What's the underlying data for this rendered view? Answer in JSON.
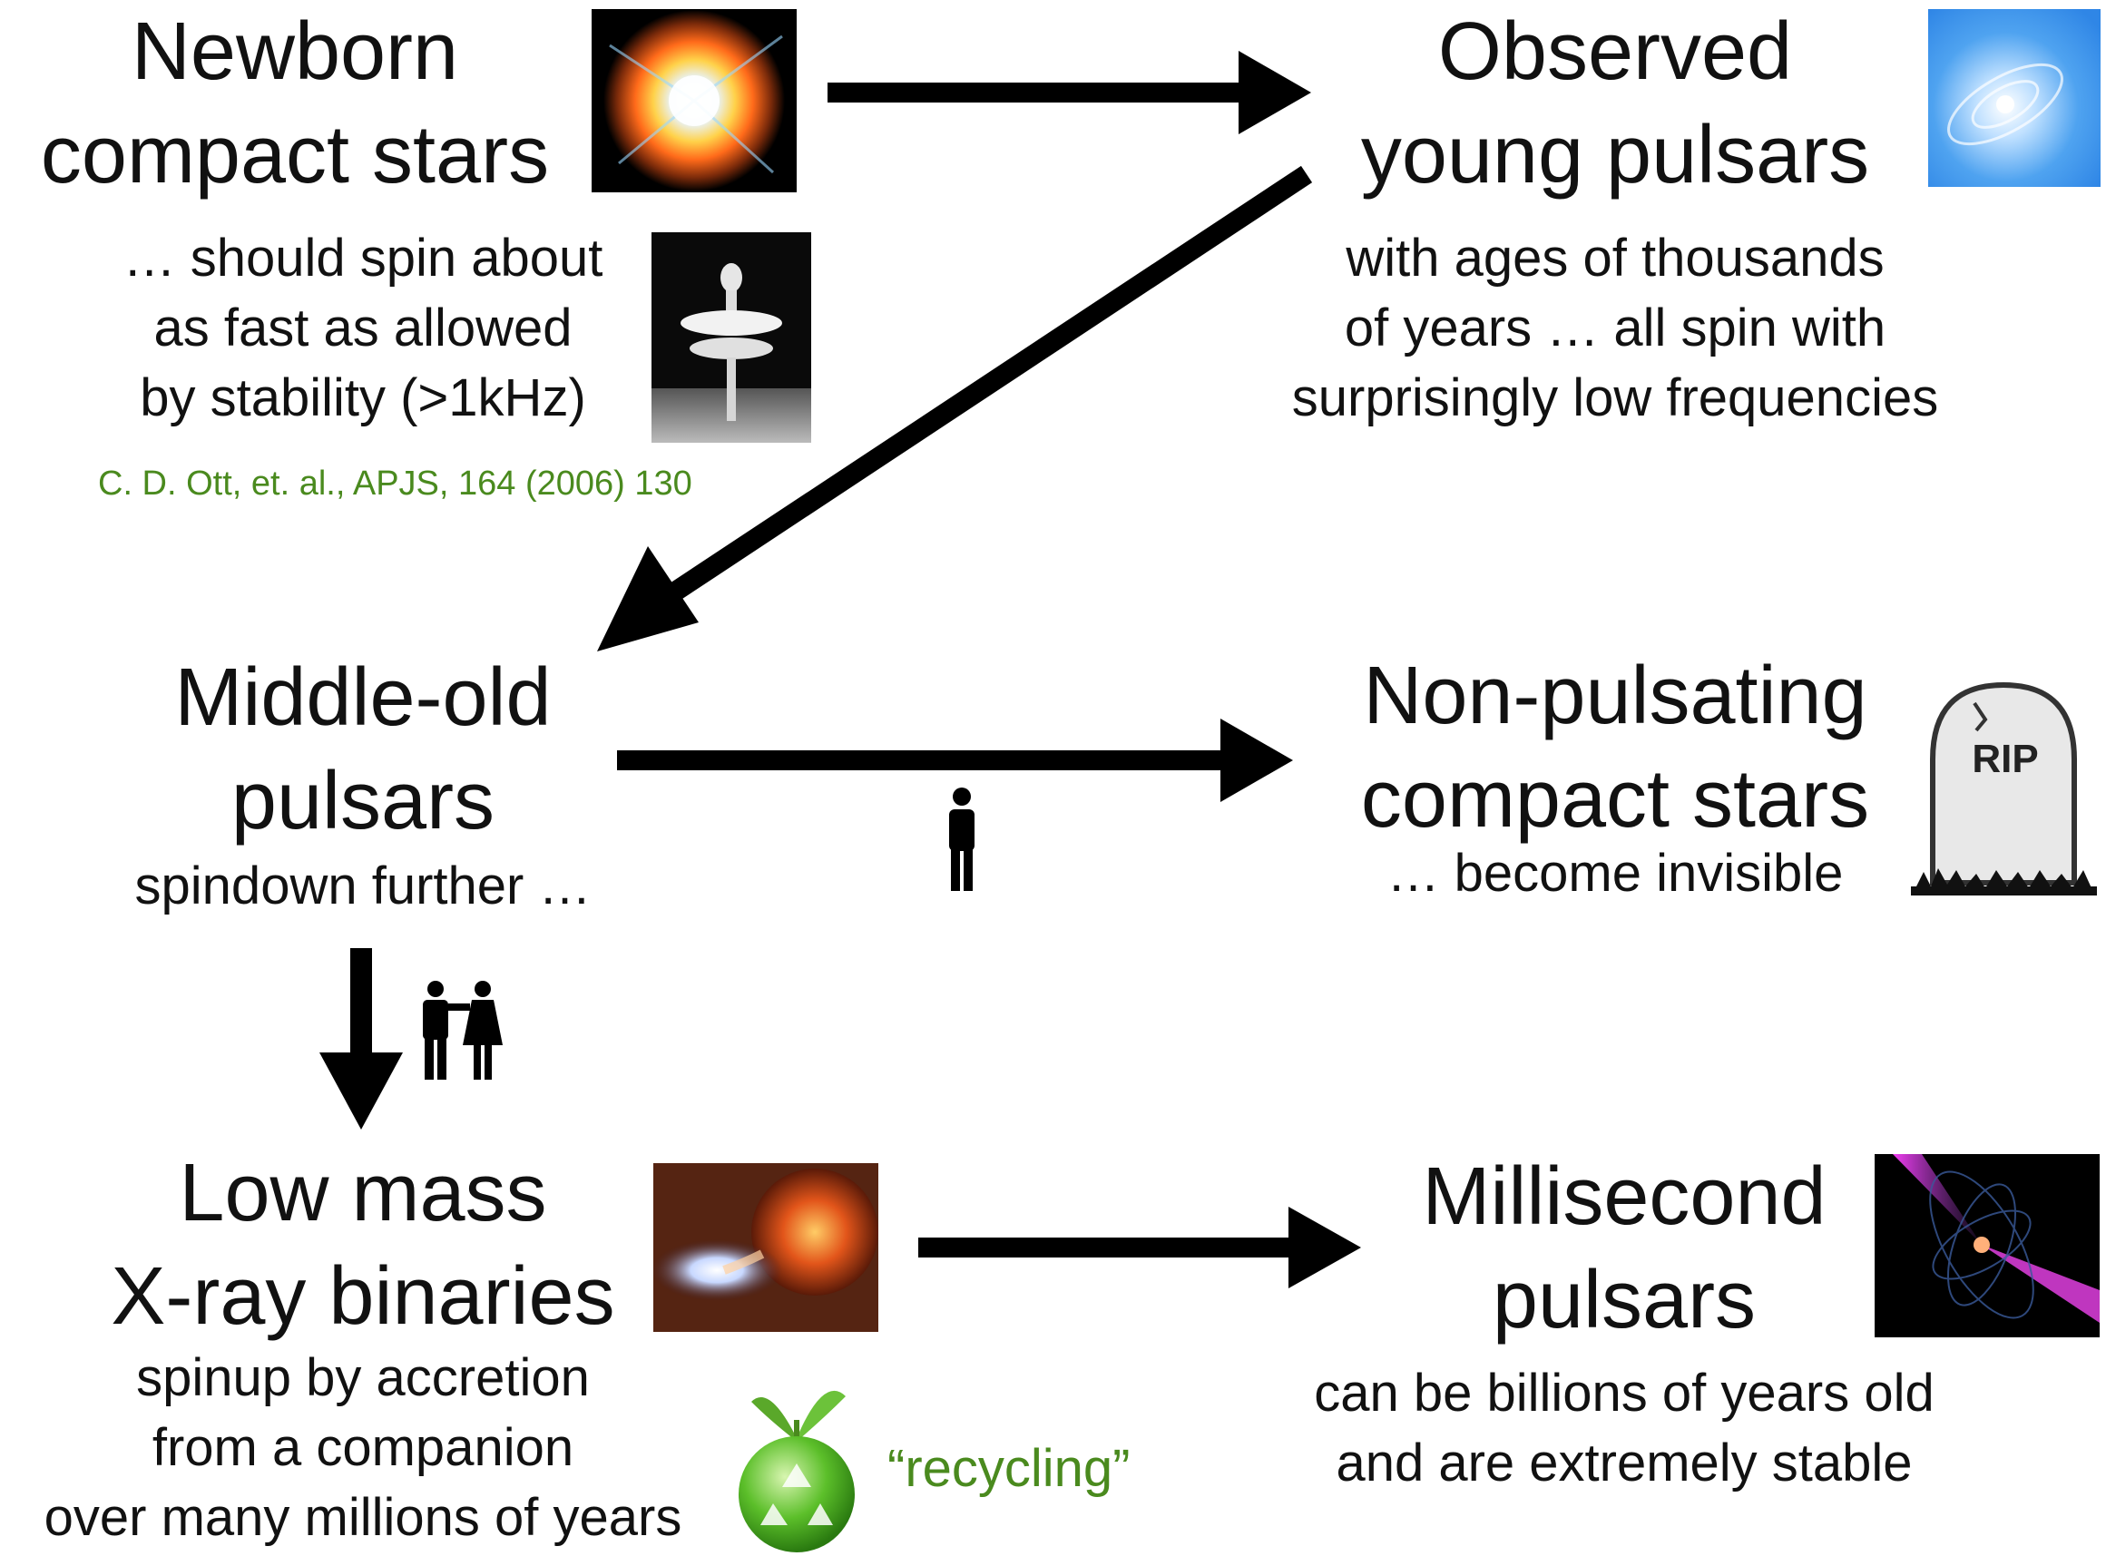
{
  "nodes": {
    "newborn": {
      "title_line1": "Newborn",
      "title_line2": "compact stars",
      "desc_line1": "… should spin about",
      "desc_line2": "as fast as allowed",
      "desc_line3": "by stability (>1kHz)",
      "citation": "C. D. Ott, et. al., APJS, 164 (2006) 130"
    },
    "observed": {
      "title_line1": "Observed",
      "title_line2": "young pulsars",
      "desc_line1": "with ages of thousands",
      "desc_line2": "of years … all spin with",
      "desc_line3": "surprisingly low frequencies"
    },
    "middle": {
      "title_line1": "Middle-old",
      "title_line2": "pulsars",
      "desc_line1": "spindown further …"
    },
    "nonpulsating": {
      "title_line1": "Non-pulsating",
      "title_line2": "compact stars",
      "desc_line1": "… become invisible",
      "tombstone_text": "RIP"
    },
    "lmxb": {
      "title_line1": "Low mass",
      "title_line2": "X-ray binaries",
      "desc_line1": "spinup by accretion",
      "desc_line2": "from a companion",
      "desc_line3": "over many millions of years",
      "recycling": "“recycling”"
    },
    "msp": {
      "title_line1": "Millisecond",
      "title_line2": "pulsars",
      "desc_line1": "can be billions of years old",
      "desc_line2": "and are extremely stable"
    }
  },
  "colors": {
    "text": "#111111",
    "arrow": "#000000",
    "accent_green": "#4a8a1e"
  },
  "icons": {
    "supernova": "supernova-image",
    "pulsar": "pulsar-image",
    "ballerina": "ballerina-image",
    "tombstone": "tombstone-icon",
    "single_person": "person-icon",
    "couple": "couple-icon",
    "binary": "binary-star-image",
    "recycle": "recycle-globe-icon",
    "msp": "millisecond-pulsar-image"
  }
}
